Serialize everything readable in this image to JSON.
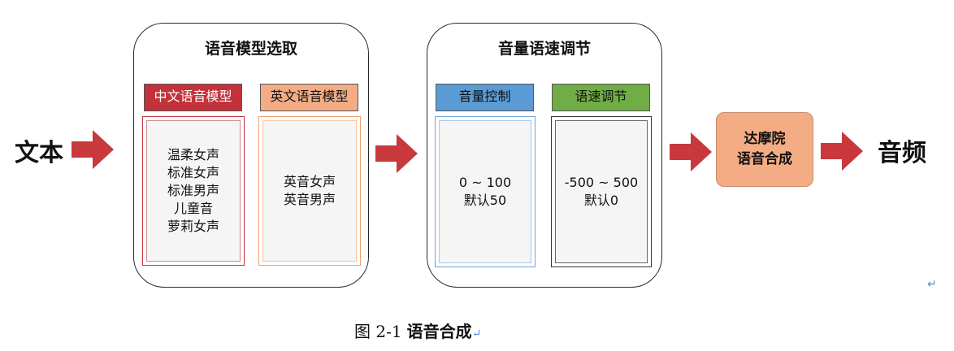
{
  "input_label": "文本",
  "output_label": "音频",
  "model_group": {
    "title": "语音模型选取",
    "chinese": {
      "header": "中文语音模型",
      "header_color": "#c2323a",
      "items": [
        "温柔女声",
        "标准女声",
        "标准男声",
        "儿童音",
        "萝莉女声"
      ]
    },
    "english": {
      "header": "英文语音模型",
      "header_color": "#f3ac84",
      "items": [
        "英音女声",
        "英音男声"
      ]
    }
  },
  "adjust_group": {
    "title": "音量语速调节",
    "volume": {
      "header": "音量控制",
      "header_color": "#5b9bd5",
      "range": "0 ~ 100",
      "default": "默认50"
    },
    "speed": {
      "header": "语速调节",
      "header_color": "#70ad47",
      "range": "-500 ~ 500",
      "default": "默认0"
    }
  },
  "synth": {
    "line1": "达摩院",
    "line2": "语音合成",
    "color": "#f3ac84"
  },
  "arrow_color": "#c8383c",
  "caption": {
    "number": "图 2-1",
    "name": "语音合成"
  },
  "return_mark": "↵"
}
